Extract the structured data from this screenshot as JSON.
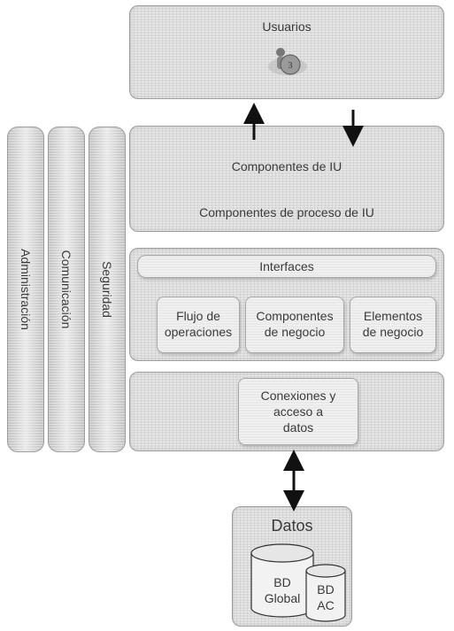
{
  "users": {
    "title": "Usuarios"
  },
  "ui_layer": {
    "components": "Componentes de IU",
    "process": "Componentes de proceso de IU"
  },
  "business_layer": {
    "interfaces": "Interfaces",
    "workflow": "Flujo de\noperaciones",
    "business_components": "Componentes\nde negocio",
    "business_entities": "Elementos\nde negocio"
  },
  "data_access_layer": {
    "label": "Conexiones y\nacceso a\ndatos"
  },
  "data_store": {
    "title": "Datos",
    "global_db": "BD\nGlobal",
    "ac_db": "BD\nAC"
  },
  "cross_cutting": [
    "Administración",
    "Comunicación",
    "Seguridad"
  ]
}
